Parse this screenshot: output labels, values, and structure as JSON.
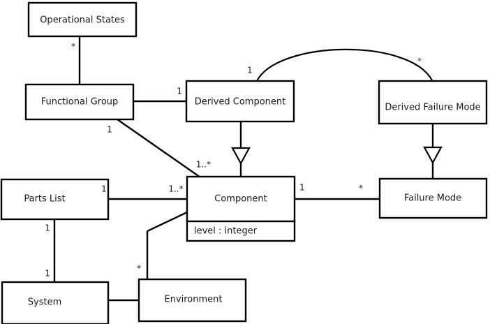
{
  "diagram": {
    "type": "uml-class-diagram",
    "title": "",
    "background_color": "#ffffff",
    "line_color": "#000000",
    "text_color": "#1a1a1a",
    "classes": [
      {
        "id": "operational-states",
        "name": "Operational States",
        "attributes": []
      },
      {
        "id": "functional-group",
        "name": "Functional Group",
        "attributes": []
      },
      {
        "id": "derived-component",
        "name": "Derived Component",
        "attributes": []
      },
      {
        "id": "derived-failure-mode",
        "name": "Derived Failure Mode",
        "attributes": []
      },
      {
        "id": "parts-list",
        "name": "Parts List",
        "attributes": []
      },
      {
        "id": "component",
        "name": "Component",
        "attributes": [
          "level : integer"
        ]
      },
      {
        "id": "failure-mode",
        "name": "Failure Mode",
        "attributes": []
      },
      {
        "id": "system",
        "name": "System",
        "attributes": []
      },
      {
        "id": "environment",
        "name": "Environment",
        "attributes": []
      }
    ],
    "attributes": {
      "component_level": "level : integer"
    },
    "multiplicities": {
      "operational_states_to_functional_group": "*",
      "functional_group_to_derived_component": "1",
      "functional_group_to_component": "1",
      "component_from_functional_group": "1..*",
      "derived_component_curve": "1",
      "derived_failure_mode_curve": "*",
      "parts_list_to_component_left": "1",
      "parts_list_to_component_right": "1..*",
      "parts_list_to_system_top": "1",
      "parts_list_to_system_bottom": "1",
      "component_to_failure_mode_left": "1",
      "component_to_failure_mode_right": "*",
      "environment_to_component": "*"
    },
    "relationships": [
      {
        "id": "rel-opstates-funcgroup",
        "from": "operational-states",
        "to": "functional-group",
        "kind": "association",
        "labels": [
          "*"
        ]
      },
      {
        "id": "rel-funcgroup-derivedcomp",
        "from": "functional-group",
        "to": "derived-component",
        "kind": "association",
        "labels": [
          "1"
        ]
      },
      {
        "id": "rel-funcgroup-component",
        "from": "functional-group",
        "to": "component",
        "kind": "association",
        "labels": [
          "1",
          "1..*"
        ]
      },
      {
        "id": "rel-derivedcomp-derivedfm",
        "from": "derived-component",
        "to": "derived-failure-mode",
        "kind": "association-curved",
        "labels": [
          "1",
          "*"
        ]
      },
      {
        "id": "rel-derivedcomp-component",
        "from": "derived-component",
        "to": "component",
        "kind": "generalization",
        "labels": []
      },
      {
        "id": "rel-derivedfm-failuremode",
        "from": "derived-failure-mode",
        "to": "failure-mode",
        "kind": "generalization",
        "labels": []
      },
      {
        "id": "rel-partslist-component",
        "from": "parts-list",
        "to": "component",
        "kind": "association",
        "labels": [
          "1",
          "1..*"
        ]
      },
      {
        "id": "rel-partslist-system",
        "from": "parts-list",
        "to": "system",
        "kind": "association",
        "labels": [
          "1",
          "1"
        ]
      },
      {
        "id": "rel-component-failuremode",
        "from": "component",
        "to": "failure-mode",
        "kind": "association",
        "labels": [
          "1",
          "*"
        ]
      },
      {
        "id": "rel-system-environment",
        "from": "system",
        "to": "environment",
        "kind": "association",
        "labels": []
      },
      {
        "id": "rel-environment-component",
        "from": "environment",
        "to": "component",
        "kind": "association",
        "labels": [
          "*"
        ]
      }
    ]
  }
}
